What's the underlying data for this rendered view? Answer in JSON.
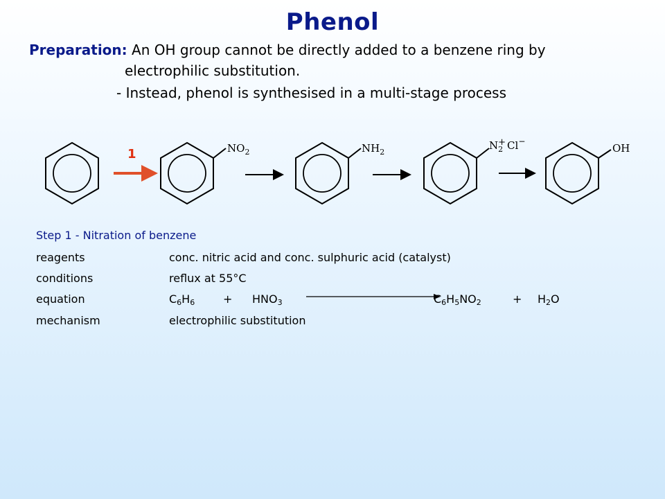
{
  "title": "Phenol",
  "preparation": {
    "label": "Preparation:",
    "line1": "An OH group cannot be directly added to a benzene ring by",
    "line2": "electrophilic substitution.",
    "line3": "- Instead, phenol is synthesised in a multi-stage process"
  },
  "scheme": {
    "step_number": "1",
    "substituents": {
      "no2_main": "NO",
      "no2_sub": "2",
      "nh2_main": "NH",
      "nh2_sub": "2",
      "n2_main": "N",
      "n2_sub": "2",
      "n2_charge": "+",
      "n2_counter": "Cl",
      "n2_counter_charge": "−",
      "oh": "OH"
    },
    "colors": {
      "highlight_arrow": "#e0502a",
      "step_number": "#e03010"
    }
  },
  "step1": {
    "title": "Step 1 - Nitration of benzene",
    "reagents_label": "reagents",
    "reagents_value": "conc. nitric acid and conc. sulphuric acid (catalyst)",
    "conditions_label": "conditions",
    "conditions_value": "reflux at 55°C",
    "equation_label": "equation",
    "equation": {
      "r1_c": "C",
      "r1_c_sub": "6",
      "r1_h": "H",
      "r1_h_sub": "6",
      "plus1": "+",
      "r2": "HNO",
      "r2_sub": "3",
      "p1_c": "C",
      "p1_c_sub": "6",
      "p1_h": "H",
      "p1_h_sub": "5",
      "p1_no": "NO",
      "p1_no_sub": "2",
      "plus2": "+",
      "p2_h": "H",
      "p2_h_sub": "2",
      "p2_o": "O"
    },
    "mechanism_label": "mechanism",
    "mechanism_value": "electrophilic substitution"
  }
}
